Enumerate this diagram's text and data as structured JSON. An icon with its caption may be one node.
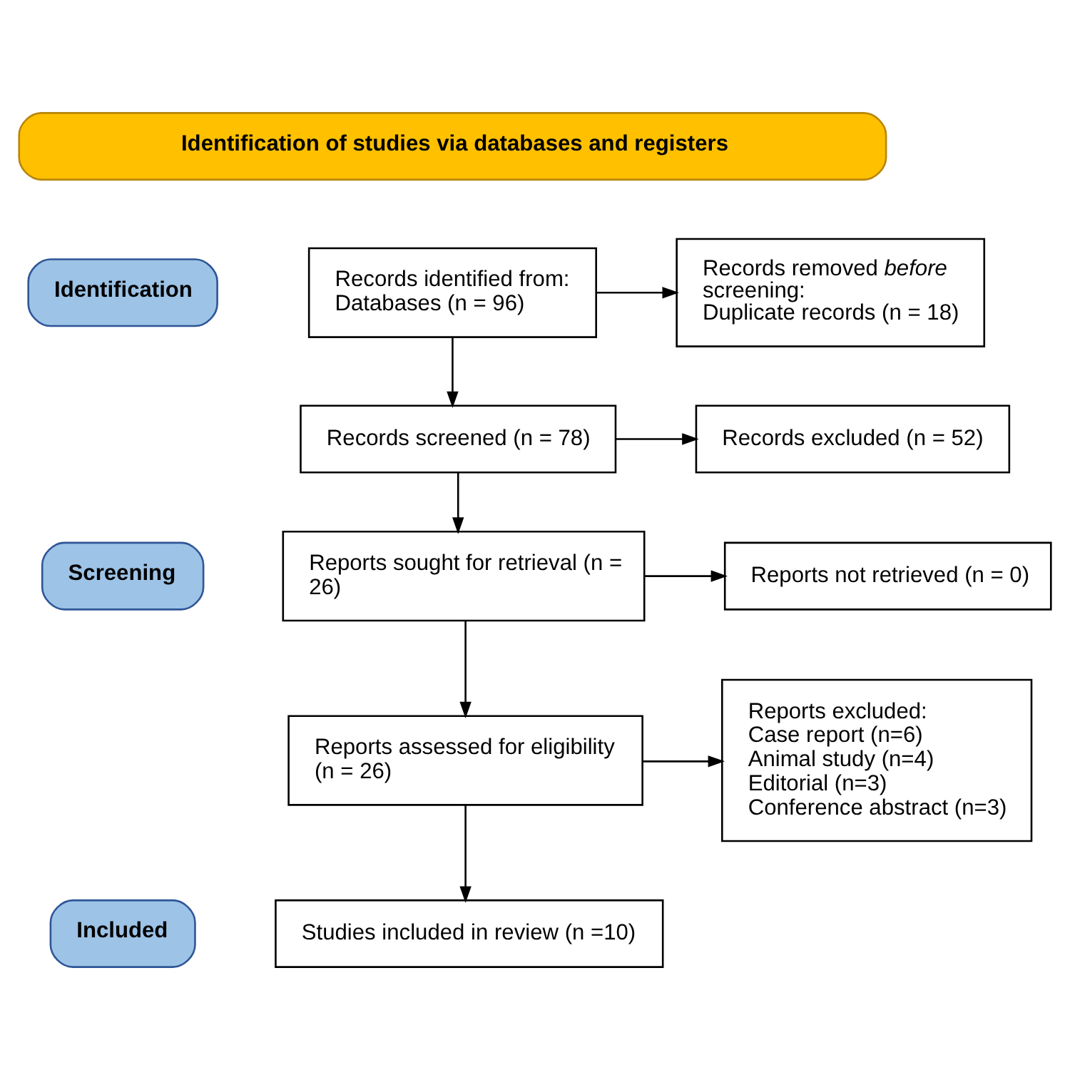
{
  "diagram": {
    "nodes": [
      {
        "text": [
          "Identification of studies via databases and registers"
        ]
      },
      {
        "text": [
          "Identification"
        ]
      },
      {
        "text": [
          "Screening"
        ]
      },
      {
        "text": [
          "Included"
        ]
      },
      {
        "text": [
          "Records identified from:",
          "Databases (n = 96)"
        ]
      },
      {
        "text": [
          "Records removed *before* screening:",
          "Duplicate records (n = 18)"
        ]
      },
      {
        "text": [
          "Records screened (n = 78)"
        ]
      },
      {
        "text": [
          "Records excluded (n = 52)"
        ]
      },
      {
        "text": [
          "Reports sought for retrieval (n = 26)"
        ]
      },
      {
        "text": [
          "Reports not retrieved (n = 0)"
        ]
      },
      {
        "text": [
          "Reports assessed for eligibility (n = 26)"
        ]
      },
      {
        "text": [
          "Reports excluded:",
          "Case report (n=6)",
          "Animal study (n=4)",
          "Editorial (n=3)",
          "Conference abstract (n=3)"
        ]
      },
      {
        "text": [
          "Studies included in review (n =10)"
        ]
      }
    ],
    "edges": [
      {
        "from": 4,
        "to": 5,
        "arrow": "to"
      },
      {
        "from": 4,
        "to": 6,
        "arrow": "to"
      },
      {
        "from": 6,
        "to": 7,
        "arrow": "to"
      },
      {
        "from": 6,
        "to": 8,
        "arrow": "to"
      },
      {
        "from": 8,
        "to": 9,
        "arrow": "to"
      },
      {
        "from": 8,
        "to": 10,
        "arrow": "to"
      },
      {
        "from": 10,
        "to": 11,
        "arrow": "to"
      },
      {
        "from": 10,
        "to": 12,
        "arrow": "to"
      }
    ]
  }
}
